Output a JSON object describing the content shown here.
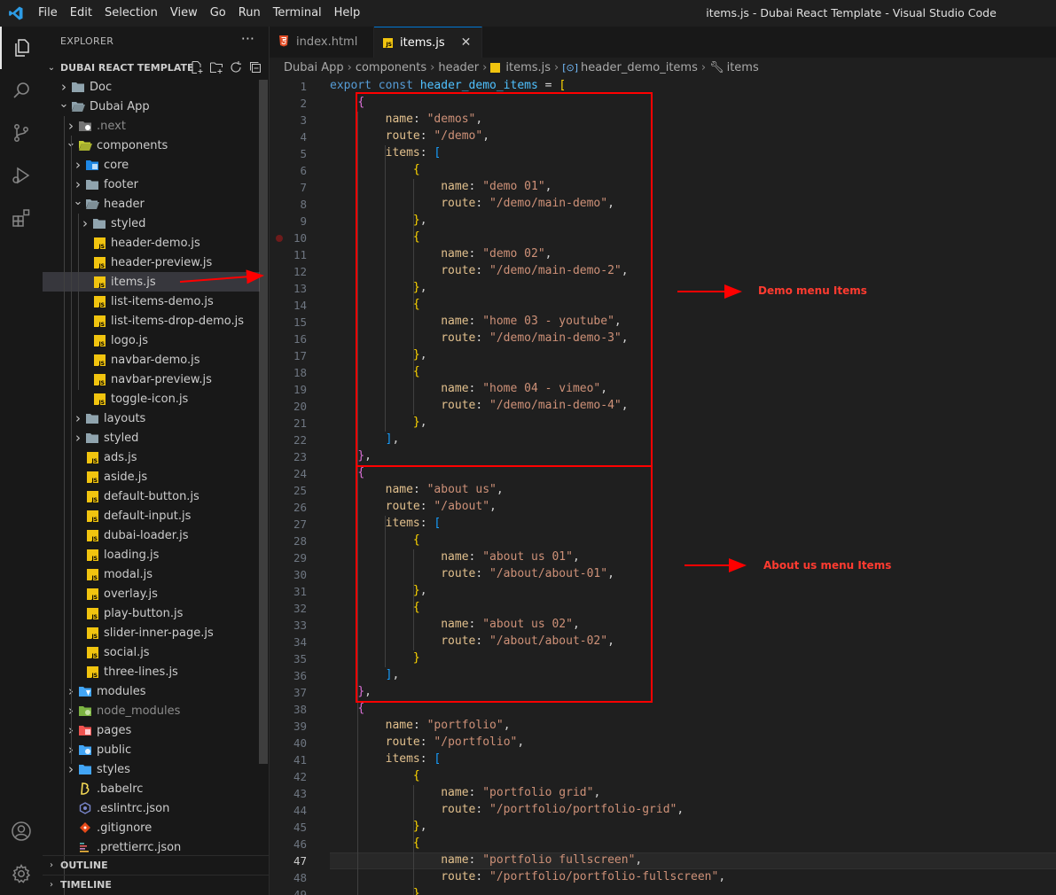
{
  "window": {
    "title": "items.js - Dubai React Template - Visual Studio Code"
  },
  "menu": [
    "File",
    "Edit",
    "Selection",
    "View",
    "Go",
    "Run",
    "Terminal",
    "Help"
  ],
  "explorer": {
    "header": "EXPLORER",
    "more": "···",
    "project": "DUBAI REACT TEMPLATE",
    "tree": [
      {
        "label": "Doc",
        "depth": 0,
        "chev": "right",
        "icon": "folder-icon"
      },
      {
        "label": "Dubai App",
        "depth": 0,
        "chev": "down",
        "icon": "folder-open-icon"
      },
      {
        "label": ".next",
        "depth": 1,
        "chev": "right",
        "icon": "next-folder-icon",
        "dim": true
      },
      {
        "label": "components",
        "depth": 1,
        "chev": "down",
        "icon": "components-folder-icon"
      },
      {
        "label": "core",
        "depth": 2,
        "chev": "right",
        "icon": "core-folder-icon"
      },
      {
        "label": "footer",
        "depth": 2,
        "chev": "right",
        "icon": "folder-icon"
      },
      {
        "label": "header",
        "depth": 2,
        "chev": "down",
        "icon": "folder-open-icon"
      },
      {
        "label": "styled",
        "depth": 3,
        "chev": "right",
        "icon": "folder-icon"
      },
      {
        "label": "header-demo.js",
        "depth": 3,
        "icon": "js-file-icon"
      },
      {
        "label": "header-preview.js",
        "depth": 3,
        "icon": "js-file-icon"
      },
      {
        "label": "items.js",
        "depth": 3,
        "icon": "js-file-icon",
        "selected": true
      },
      {
        "label": "list-items-demo.js",
        "depth": 3,
        "icon": "js-file-icon"
      },
      {
        "label": "list-items-drop-demo.js",
        "depth": 3,
        "icon": "js-file-icon"
      },
      {
        "label": "logo.js",
        "depth": 3,
        "icon": "js-file-icon"
      },
      {
        "label": "navbar-demo.js",
        "depth": 3,
        "icon": "js-file-icon"
      },
      {
        "label": "navbar-preview.js",
        "depth": 3,
        "icon": "js-file-icon"
      },
      {
        "label": "toggle-icon.js",
        "depth": 3,
        "icon": "js-file-icon"
      },
      {
        "label": "layouts",
        "depth": 2,
        "chev": "right",
        "icon": "folder-icon"
      },
      {
        "label": "styled",
        "depth": 2,
        "chev": "right",
        "icon": "folder-icon"
      },
      {
        "label": "ads.js",
        "depth": 2,
        "icon": "js-file-icon"
      },
      {
        "label": "aside.js",
        "depth": 2,
        "icon": "js-file-icon"
      },
      {
        "label": "default-button.js",
        "depth": 2,
        "icon": "js-file-icon"
      },
      {
        "label": "default-input.js",
        "depth": 2,
        "icon": "js-file-icon"
      },
      {
        "label": "dubai-loader.js",
        "depth": 2,
        "icon": "js-file-icon"
      },
      {
        "label": "loading.js",
        "depth": 2,
        "icon": "js-file-icon"
      },
      {
        "label": "modal.js",
        "depth": 2,
        "icon": "js-file-icon"
      },
      {
        "label": "overlay.js",
        "depth": 2,
        "icon": "js-file-icon"
      },
      {
        "label": "play-button.js",
        "depth": 2,
        "icon": "js-file-icon"
      },
      {
        "label": "slider-inner-page.js",
        "depth": 2,
        "icon": "js-file-icon"
      },
      {
        "label": "social.js",
        "depth": 2,
        "icon": "js-file-icon"
      },
      {
        "label": "three-lines.js",
        "depth": 2,
        "icon": "js-file-icon"
      },
      {
        "label": "modules",
        "depth": 1,
        "chev": "right",
        "icon": "modules-folder-icon"
      },
      {
        "label": "node_modules",
        "depth": 1,
        "chev": "right",
        "icon": "node-modules-folder-icon",
        "dim": true
      },
      {
        "label": "pages",
        "depth": 1,
        "chev": "right",
        "icon": "pages-folder-icon"
      },
      {
        "label": "public",
        "depth": 1,
        "chev": "right",
        "icon": "public-folder-icon"
      },
      {
        "label": "styles",
        "depth": 1,
        "chev": "right",
        "icon": "styles-folder-icon"
      },
      {
        "label": ".babelrc",
        "depth": 1,
        "icon": "babel-file-icon"
      },
      {
        "label": ".eslintrc.json",
        "depth": 1,
        "icon": "eslint-file-icon"
      },
      {
        "label": ".gitignore",
        "depth": 1,
        "icon": "git-file-icon"
      },
      {
        "label": ".prettierrc.json",
        "depth": 1,
        "icon": "prettier-file-icon"
      }
    ],
    "outline": "OUTLINE",
    "timeline": "TIMELINE"
  },
  "tabs": [
    {
      "label": "index.html",
      "icon": "html-file-icon",
      "active": false
    },
    {
      "label": "items.js",
      "icon": "js-file-icon",
      "active": true,
      "close": "✕"
    }
  ],
  "breadcrumb": [
    "Dubai App",
    "components",
    "header",
    "items.js",
    "header_demo_items",
    "items"
  ],
  "editor": {
    "current_line": 47,
    "breakpoint_line": 10,
    "lines": [
      [
        [
          "kw",
          "export "
        ],
        [
          "kw",
          "const "
        ],
        [
          "var",
          "header_demo_items"
        ],
        [
          "punc",
          " = "
        ],
        [
          "br1",
          "["
        ]
      ],
      [
        [
          "punc",
          "    "
        ],
        [
          "br2",
          "{"
        ]
      ],
      [
        [
          "punc",
          "        "
        ],
        [
          "prop",
          "name"
        ],
        [
          "punc",
          ": "
        ],
        [
          "str",
          "\"demos\""
        ],
        [
          "punc",
          ","
        ]
      ],
      [
        [
          "punc",
          "        "
        ],
        [
          "prop",
          "route"
        ],
        [
          "punc",
          ": "
        ],
        [
          "str",
          "\"/demo\""
        ],
        [
          "punc",
          ","
        ]
      ],
      [
        [
          "punc",
          "        "
        ],
        [
          "prop",
          "items"
        ],
        [
          "punc",
          ": "
        ],
        [
          "br3",
          "["
        ]
      ],
      [
        [
          "punc",
          "            "
        ],
        [
          "br1",
          "{"
        ]
      ],
      [
        [
          "punc",
          "                "
        ],
        [
          "prop",
          "name"
        ],
        [
          "punc",
          ": "
        ],
        [
          "str",
          "\"demo 01\""
        ],
        [
          "punc",
          ","
        ]
      ],
      [
        [
          "punc",
          "                "
        ],
        [
          "prop",
          "route"
        ],
        [
          "punc",
          ": "
        ],
        [
          "str",
          "\"/demo/main-demo\""
        ],
        [
          "punc",
          ","
        ]
      ],
      [
        [
          "punc",
          "            "
        ],
        [
          "br1",
          "}"
        ],
        [
          "punc",
          ","
        ]
      ],
      [
        [
          "punc",
          "            "
        ],
        [
          "br1",
          "{"
        ]
      ],
      [
        [
          "punc",
          "                "
        ],
        [
          "prop",
          "name"
        ],
        [
          "punc",
          ": "
        ],
        [
          "str",
          "\"demo 02\""
        ],
        [
          "punc",
          ","
        ]
      ],
      [
        [
          "punc",
          "                "
        ],
        [
          "prop",
          "route"
        ],
        [
          "punc",
          ": "
        ],
        [
          "str",
          "\"/demo/main-demo-2\""
        ],
        [
          "punc",
          ","
        ]
      ],
      [
        [
          "punc",
          "            "
        ],
        [
          "br1",
          "}"
        ],
        [
          "punc",
          ","
        ]
      ],
      [
        [
          "punc",
          "            "
        ],
        [
          "br1",
          "{"
        ]
      ],
      [
        [
          "punc",
          "                "
        ],
        [
          "prop",
          "name"
        ],
        [
          "punc",
          ": "
        ],
        [
          "str",
          "\"home 03 - youtube\""
        ],
        [
          "punc",
          ","
        ]
      ],
      [
        [
          "punc",
          "                "
        ],
        [
          "prop",
          "route"
        ],
        [
          "punc",
          ": "
        ],
        [
          "str",
          "\"/demo/main-demo-3\""
        ],
        [
          "punc",
          ","
        ]
      ],
      [
        [
          "punc",
          "            "
        ],
        [
          "br1",
          "}"
        ],
        [
          "punc",
          ","
        ]
      ],
      [
        [
          "punc",
          "            "
        ],
        [
          "br1",
          "{"
        ]
      ],
      [
        [
          "punc",
          "                "
        ],
        [
          "prop",
          "name"
        ],
        [
          "punc",
          ": "
        ],
        [
          "str",
          "\"home 04 - vimeo\""
        ],
        [
          "punc",
          ","
        ]
      ],
      [
        [
          "punc",
          "                "
        ],
        [
          "prop",
          "route"
        ],
        [
          "punc",
          ": "
        ],
        [
          "str",
          "\"/demo/main-demo-4\""
        ],
        [
          "punc",
          ","
        ]
      ],
      [
        [
          "punc",
          "            "
        ],
        [
          "br1",
          "}"
        ],
        [
          "punc",
          ","
        ]
      ],
      [
        [
          "punc",
          "        "
        ],
        [
          "br3",
          "]"
        ],
        [
          "punc",
          ","
        ]
      ],
      [
        [
          "punc",
          "    "
        ],
        [
          "br2",
          "}"
        ],
        [
          "punc",
          ","
        ]
      ],
      [
        [
          "punc",
          "    "
        ],
        [
          "br2",
          "{"
        ]
      ],
      [
        [
          "punc",
          "        "
        ],
        [
          "prop",
          "name"
        ],
        [
          "punc",
          ": "
        ],
        [
          "str",
          "\"about us\""
        ],
        [
          "punc",
          ","
        ]
      ],
      [
        [
          "punc",
          "        "
        ],
        [
          "prop",
          "route"
        ],
        [
          "punc",
          ": "
        ],
        [
          "str",
          "\"/about\""
        ],
        [
          "punc",
          ","
        ]
      ],
      [
        [
          "punc",
          "        "
        ],
        [
          "prop",
          "items"
        ],
        [
          "punc",
          ": "
        ],
        [
          "br3",
          "["
        ]
      ],
      [
        [
          "punc",
          "            "
        ],
        [
          "br1",
          "{"
        ]
      ],
      [
        [
          "punc",
          "                "
        ],
        [
          "prop",
          "name"
        ],
        [
          "punc",
          ": "
        ],
        [
          "str",
          "\"about us 01\""
        ],
        [
          "punc",
          ","
        ]
      ],
      [
        [
          "punc",
          "                "
        ],
        [
          "prop",
          "route"
        ],
        [
          "punc",
          ": "
        ],
        [
          "str",
          "\"/about/about-01\""
        ],
        [
          "punc",
          ","
        ]
      ],
      [
        [
          "punc",
          "            "
        ],
        [
          "br1",
          "}"
        ],
        [
          "punc",
          ","
        ]
      ],
      [
        [
          "punc",
          "            "
        ],
        [
          "br1",
          "{"
        ]
      ],
      [
        [
          "punc",
          "                "
        ],
        [
          "prop",
          "name"
        ],
        [
          "punc",
          ": "
        ],
        [
          "str",
          "\"about us 02\""
        ],
        [
          "punc",
          ","
        ]
      ],
      [
        [
          "punc",
          "                "
        ],
        [
          "prop",
          "route"
        ],
        [
          "punc",
          ": "
        ],
        [
          "str",
          "\"/about/about-02\""
        ],
        [
          "punc",
          ","
        ]
      ],
      [
        [
          "punc",
          "            "
        ],
        [
          "br1",
          "}"
        ]
      ],
      [
        [
          "punc",
          "        "
        ],
        [
          "br3",
          "]"
        ],
        [
          "punc",
          ","
        ]
      ],
      [
        [
          "punc",
          "    "
        ],
        [
          "br2",
          "}"
        ],
        [
          "punc",
          ","
        ]
      ],
      [
        [
          "punc",
          "    "
        ],
        [
          "br2",
          "{"
        ]
      ],
      [
        [
          "punc",
          "        "
        ],
        [
          "prop",
          "name"
        ],
        [
          "punc",
          ": "
        ],
        [
          "str",
          "\"portfolio\""
        ],
        [
          "punc",
          ","
        ]
      ],
      [
        [
          "punc",
          "        "
        ],
        [
          "prop",
          "route"
        ],
        [
          "punc",
          ": "
        ],
        [
          "str",
          "\"/portfolio\""
        ],
        [
          "punc",
          ","
        ]
      ],
      [
        [
          "punc",
          "        "
        ],
        [
          "prop",
          "items"
        ],
        [
          "punc",
          ": "
        ],
        [
          "br3",
          "["
        ]
      ],
      [
        [
          "punc",
          "            "
        ],
        [
          "br1",
          "{"
        ]
      ],
      [
        [
          "punc",
          "                "
        ],
        [
          "prop",
          "name"
        ],
        [
          "punc",
          ": "
        ],
        [
          "str",
          "\"portfolio grid\""
        ],
        [
          "punc",
          ","
        ]
      ],
      [
        [
          "punc",
          "                "
        ],
        [
          "prop",
          "route"
        ],
        [
          "punc",
          ": "
        ],
        [
          "str",
          "\"/portfolio/portfolio-grid\""
        ],
        [
          "punc",
          ","
        ]
      ],
      [
        [
          "punc",
          "            "
        ],
        [
          "br1",
          "}"
        ],
        [
          "punc",
          ","
        ]
      ],
      [
        [
          "punc",
          "            "
        ],
        [
          "br1",
          "{"
        ]
      ],
      [
        [
          "punc",
          "                "
        ],
        [
          "prop",
          "name"
        ],
        [
          "punc",
          ": "
        ],
        [
          "str",
          "\"portfolio fullscreen\""
        ],
        [
          "punc",
          ","
        ]
      ],
      [
        [
          "punc",
          "                "
        ],
        [
          "prop",
          "route"
        ],
        [
          "punc",
          ": "
        ],
        [
          "str",
          "\"/portfolio/portfolio-fullscreen\""
        ],
        [
          "punc",
          ","
        ]
      ],
      [
        [
          "punc",
          "            "
        ],
        [
          "br1",
          "}"
        ]
      ]
    ]
  },
  "annotations": {
    "demo_label": "Demo menu Items",
    "about_label": "About us menu Items",
    "color": "#ff0000"
  }
}
